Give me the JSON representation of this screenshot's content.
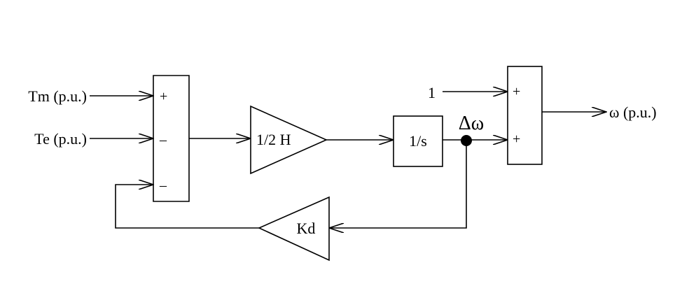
{
  "inputs": {
    "tm": "Tm (p.u.)",
    "te": "Te (p.u.)",
    "one": "1"
  },
  "summer1": {
    "signs": [
      "+",
      "–",
      "–"
    ]
  },
  "summer2": {
    "signs": [
      "+",
      "+"
    ]
  },
  "blocks": {
    "inertia": "1/2 H",
    "integrator": "1/s",
    "damping": "Kd"
  },
  "signals": {
    "delta_omega": "Δω",
    "output": "ω (p.u.)"
  }
}
